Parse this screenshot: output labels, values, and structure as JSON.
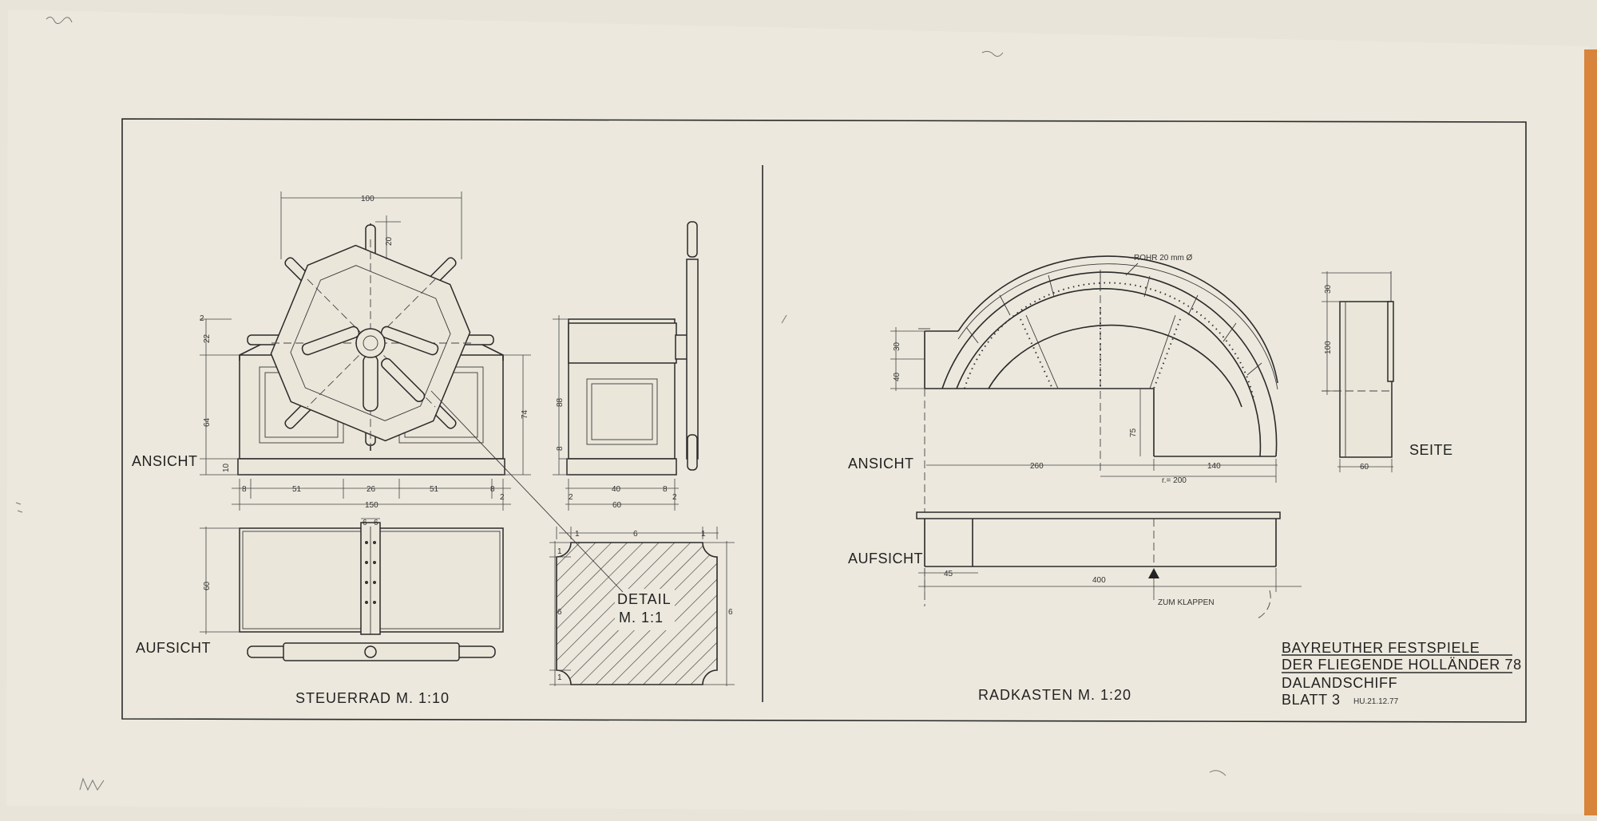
{
  "views": {
    "left_ansicht": "ANSICHT",
    "left_aufsicht": "AUFSICHT",
    "right_ansicht": "ANSICHT",
    "right_aufsicht": "AUFSICHT",
    "seite": "SEITE"
  },
  "titles": {
    "steuerrad": "STEUERRAD  M. 1:10",
    "radkasten": "RADKASTEN  M. 1:20",
    "detail_1": "DETAIL",
    "detail_2": "M. 1:1"
  },
  "notes": {
    "rohr": "ROHR   20 mm Ø",
    "zum_klappen": "ZUM KLAPPEN",
    "radius": "r.= 200"
  },
  "title_block": {
    "line1": "BAYREUTHER FESTSPIELE",
    "line2": "DER FLIEGENDE HOLLÄNDER 78",
    "line3": "DALANDSCHIFF",
    "line4": "BLATT 3",
    "date": "HU.21.12.77"
  },
  "dimensions": {
    "d100": "100",
    "d20": "20",
    "d22": "22",
    "d2a": "2",
    "d64": "64",
    "d74": "74",
    "d10": "10",
    "d8a": "8",
    "d51a": "51",
    "d26": "26",
    "d51b": "51",
    "d8b": "8",
    "d2b": "2",
    "d150": "150",
    "d6a": "6",
    "d6b": "6",
    "d60": "60",
    "d88": "88",
    "d8c": "8",
    "d40": "40",
    "d8d": "8",
    "d60b": "60",
    "d2c": "2",
    "d2d": "2",
    "det1a": "1",
    "det6": "6",
    "det1b": "1",
    "det1c": "1",
    "det6b": "6",
    "det1d": "1",
    "det6c": "6",
    "r30": "30",
    "r40": "40",
    "r75": "75",
    "r260": "260",
    "r140": "140",
    "r45": "45",
    "r400": "400",
    "s30": "30",
    "s100": "100",
    "s60": "60"
  }
}
